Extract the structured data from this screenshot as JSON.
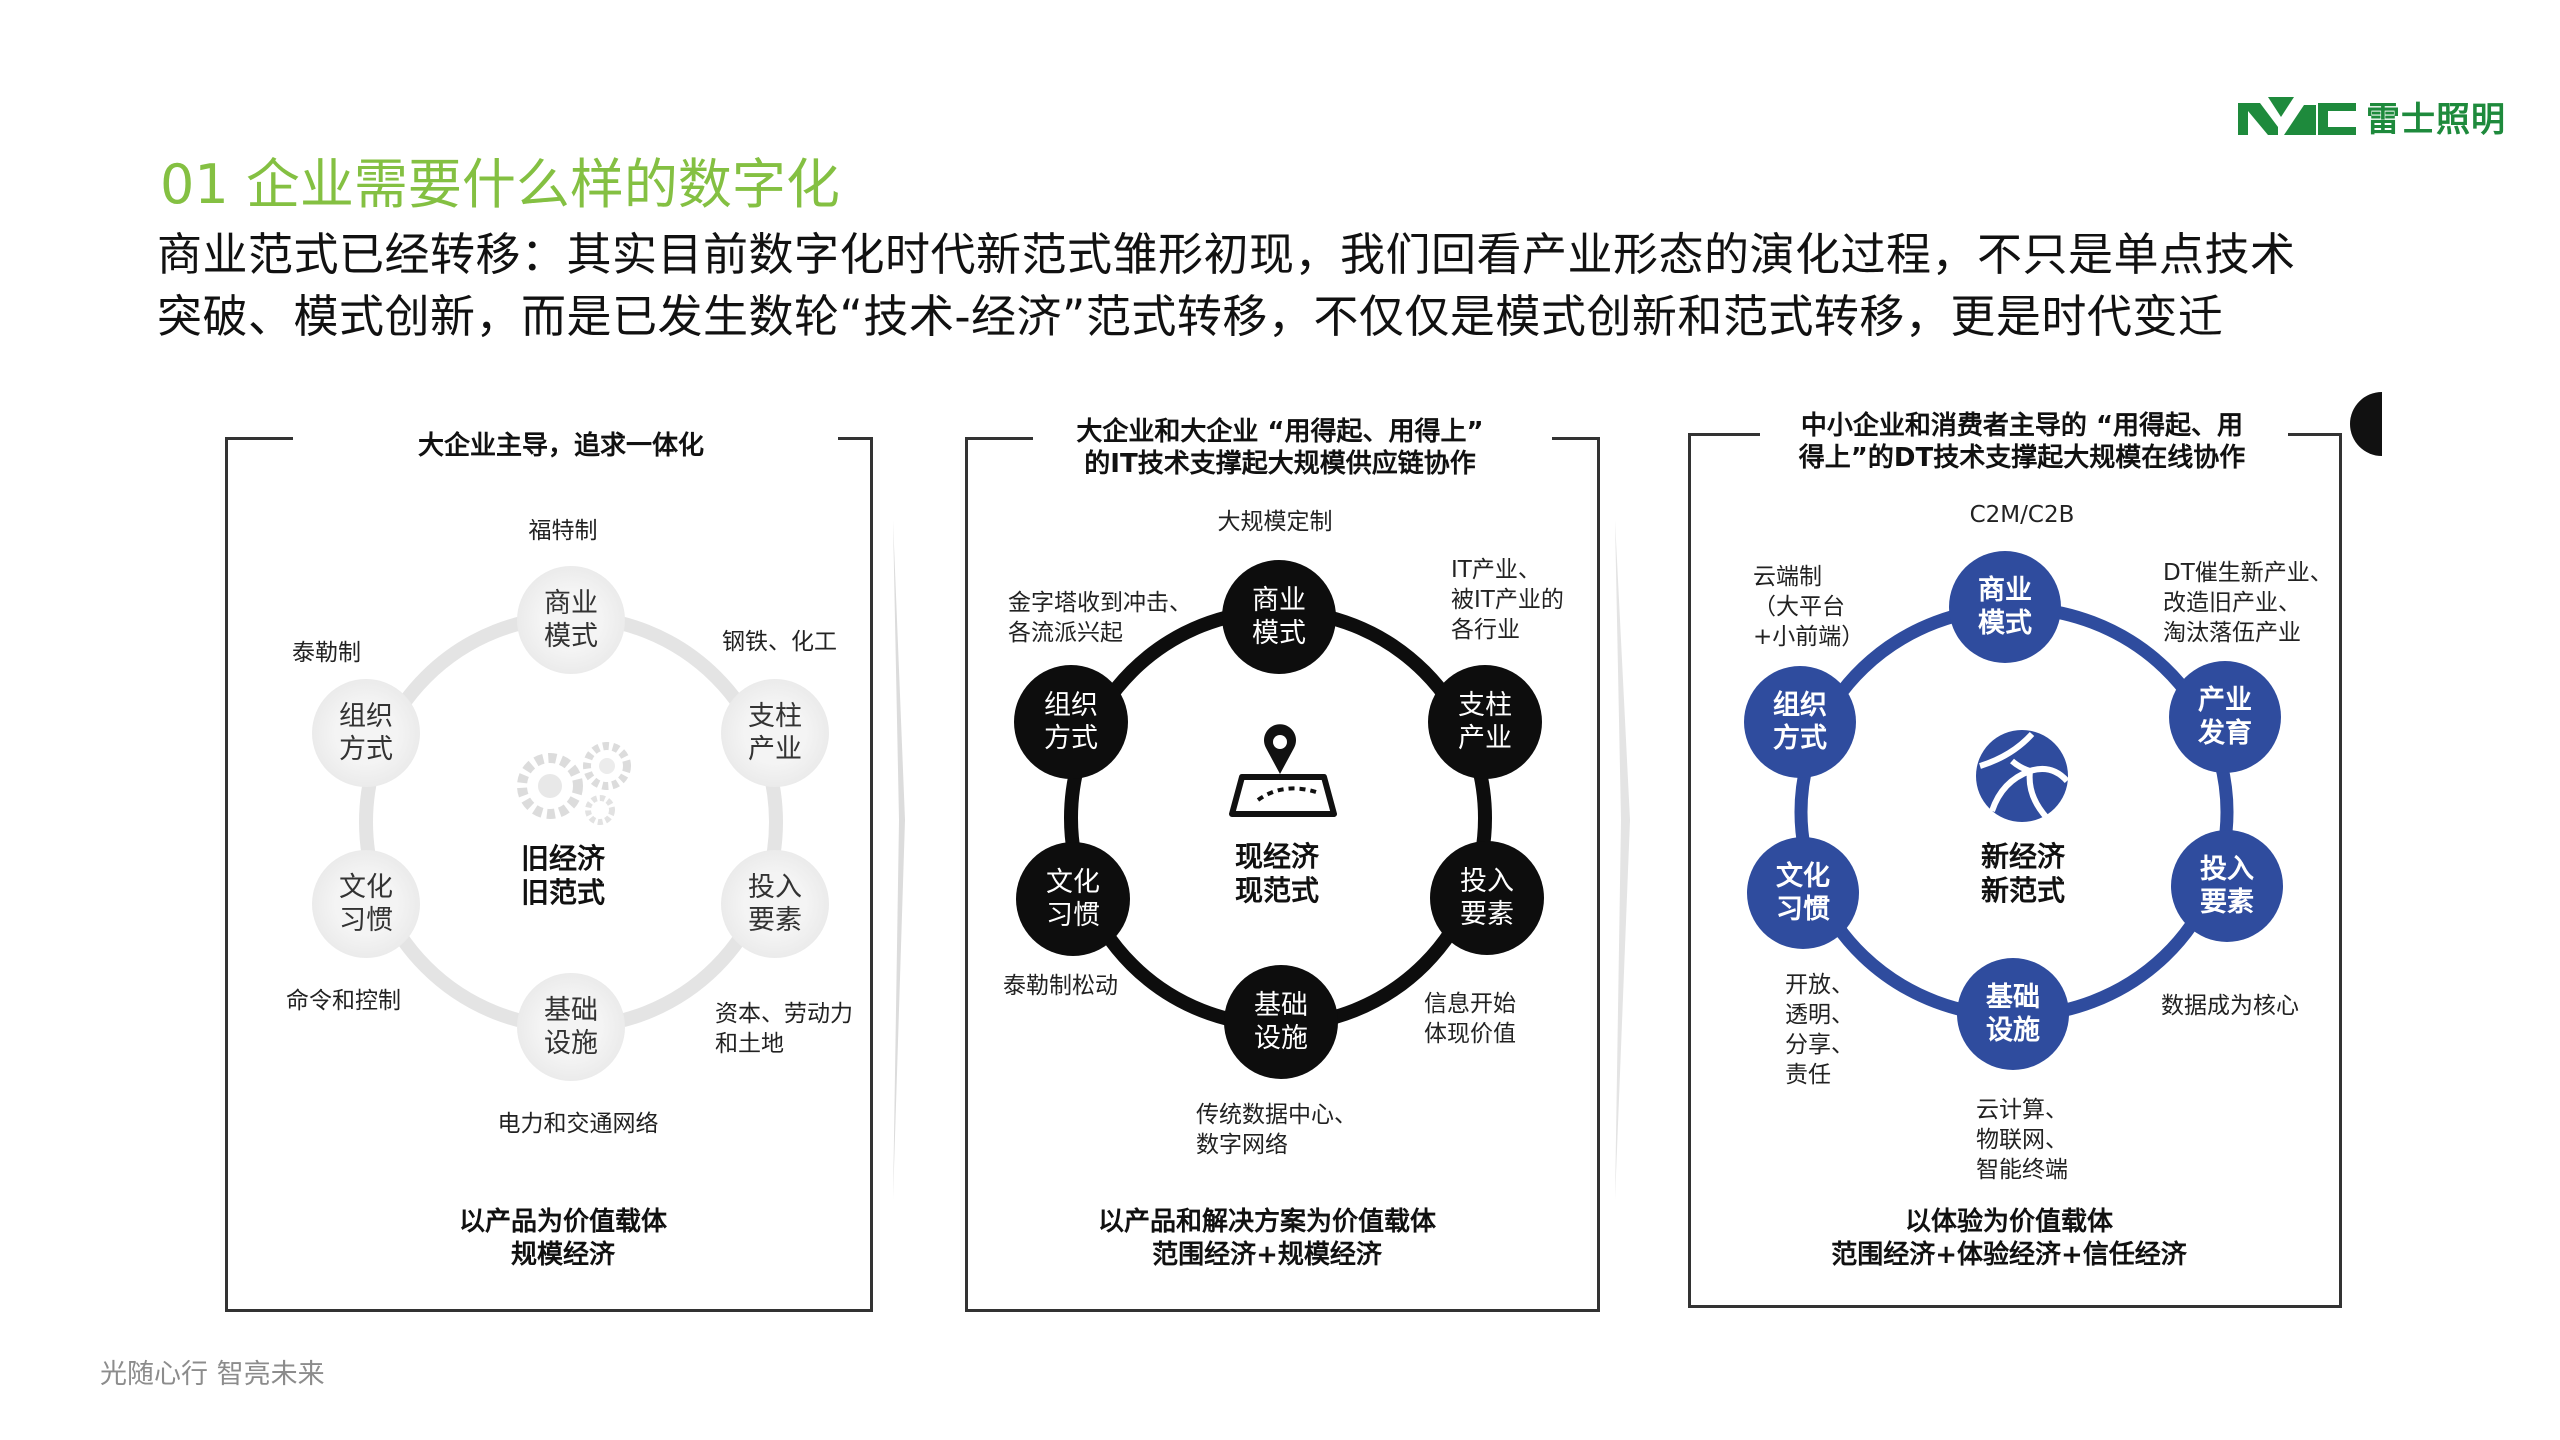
{
  "header": {
    "title": "01 企业需要什么样的数字化",
    "body_lines": [
      "商业范式已经转移：其实目前数字化时代新范式雏形初现，我们回看产业形态的演化过程，不只是单点技术",
      "突破、模式创新，而是已发生数轮“技术-经济”范式转移，不仅仅是模式创新和范式转移，更是时代变迁"
    ]
  },
  "logo": {
    "mark": "NVC",
    "text": "雷士照明"
  },
  "footer": {
    "slogan": "光随心行   智亮未来"
  },
  "colors": {
    "title_green": "#84c042",
    "logo_green": "#1e8a3c",
    "new_blue": "#2f4c9e"
  },
  "panels": [
    {
      "title": "大企业主导，追求一体化",
      "nodes": [
        "商业\n模式",
        "支柱\n产业",
        "投入\n要素",
        "基础\n设施",
        "文化\n习惯",
        "组织\n方式"
      ],
      "center": "旧经济\n旧范式",
      "center_icon": "gears-icon",
      "annotations": {
        "top": "福特制",
        "upper_left": "泰勒制",
        "upper_right": "钢铁、化工",
        "lower_left": "命令和控制",
        "lower_right": "资本、劳动力\n和土地",
        "bottom": "电力和交通网络"
      },
      "footer": "以产品为价值载体\n规模经济"
    },
    {
      "title": "大企业和大企业 “用得起、用得上”\n的IT技术支撑起大规模供应链协作",
      "nodes": [
        "商业\n模式",
        "支柱\n产业",
        "投入\n要素",
        "基础\n设施",
        "文化\n习惯",
        "组织\n方式"
      ],
      "center": "现经济\n现范式",
      "center_icon": "map-pin-icon",
      "annotations": {
        "top": "大规模定制",
        "upper_left": "金字塔收到冲击、\n各流派兴起",
        "upper_right": "IT产业、\n被IT产业的\n各行业",
        "lower_left": "泰勒制松动",
        "lower_right": "信息开始\n体现价值",
        "bottom": "传统数据中心、\n数字网络"
      },
      "footer": "以产品和解决方案为价值载体\n范围经济+规模经济"
    },
    {
      "title": "中小企业和消费者主导的 “用得起、用\n得上”的DT技术支撑起大规模在线协作",
      "nodes": [
        "商业\n模式",
        "产业\n发育",
        "投入\n要素",
        "基础\n设施",
        "文化\n习惯",
        "组织\n方式"
      ],
      "center": "新经济\n新范式",
      "center_icon": "globe-network-icon",
      "annotations": {
        "top": "C2M/C2B",
        "upper_left": "云端制\n（大平台\n+小前端）",
        "upper_right": "DT催生新产业、\n改造旧产业、\n淘汰落伍产业",
        "lower_left": "开放、\n透明、\n分享、\n责任",
        "lower_right": "数据成为核心",
        "bottom": "云计算、\n物联网、\n智能终端"
      },
      "footer": "以体验为价值载体\n范围经济+体验经济+信任经济"
    }
  ]
}
